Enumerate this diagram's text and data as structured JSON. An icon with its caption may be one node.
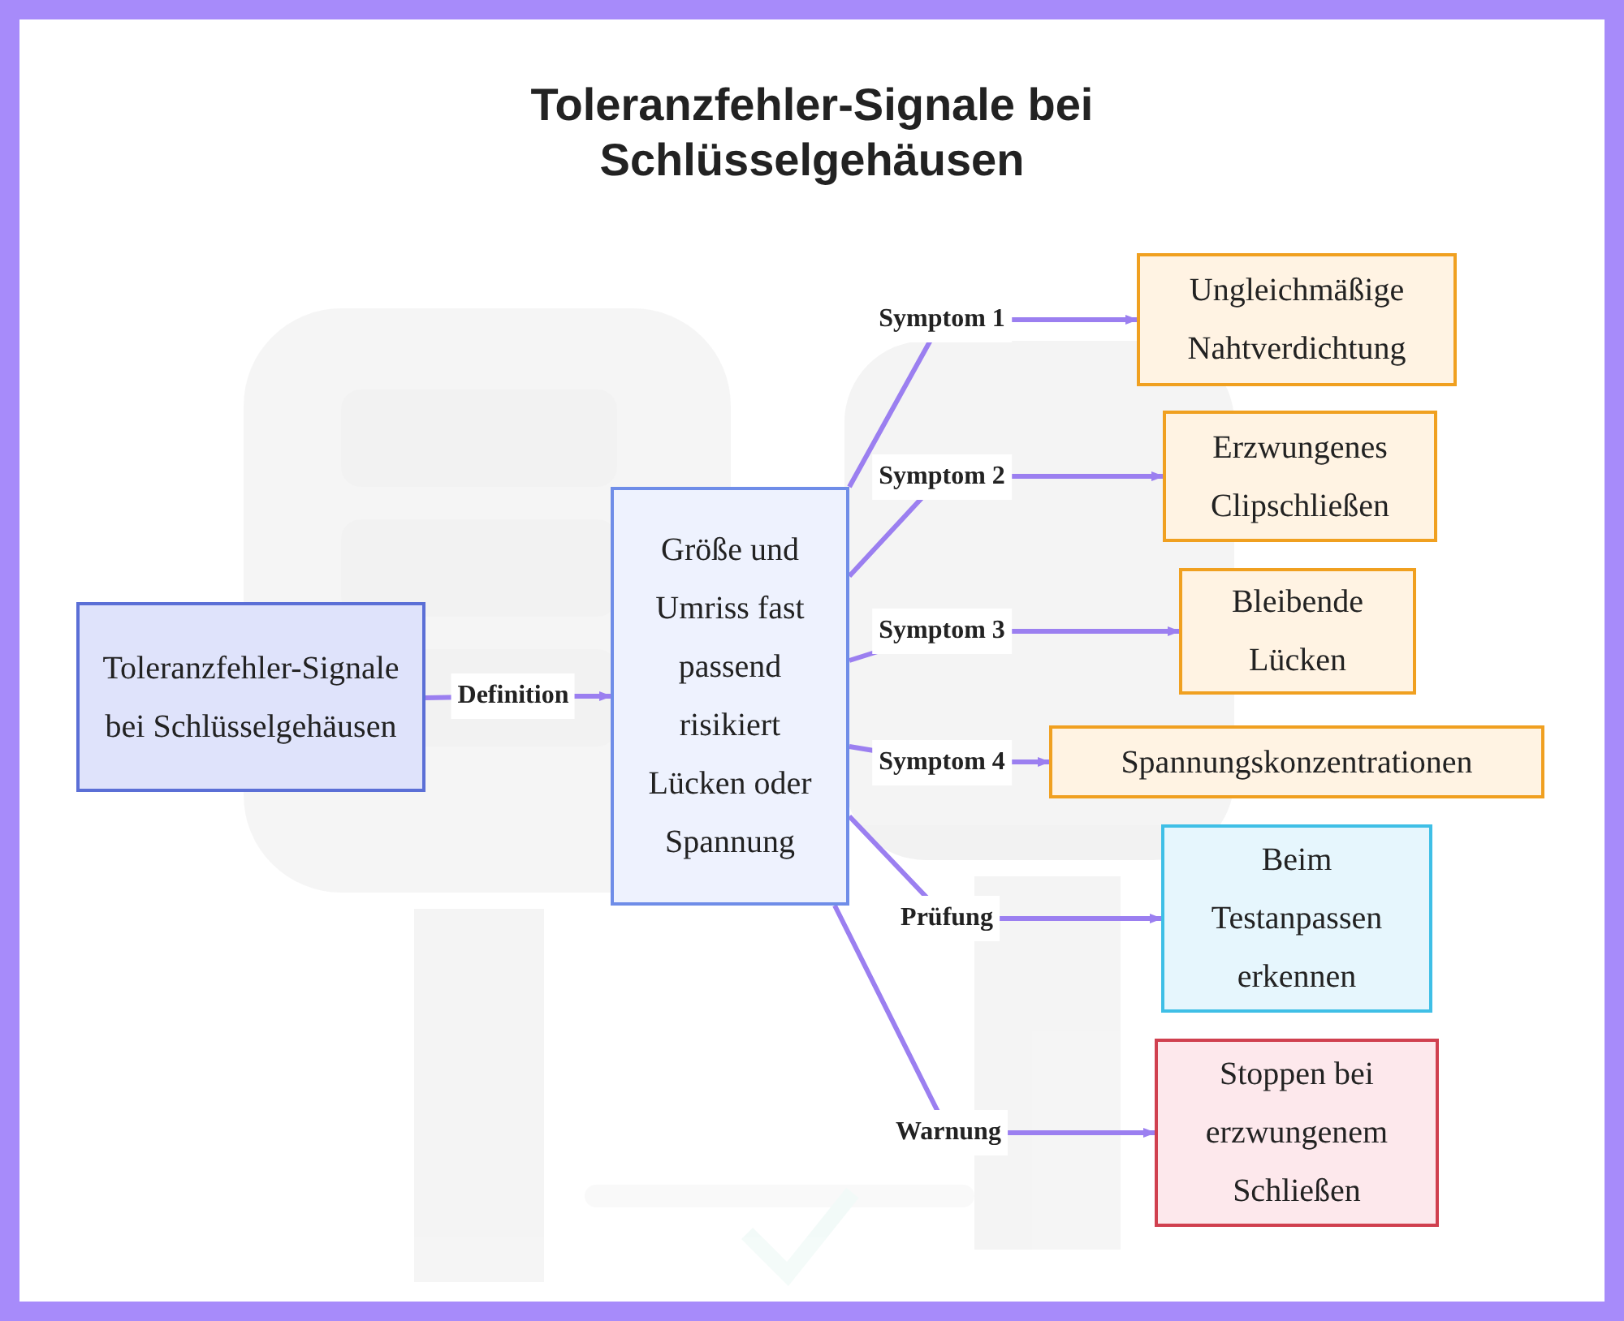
{
  "diagram": {
    "title": "Toleranzfehler-Signale bei Schlüsselgehäusen",
    "nodes": [
      {
        "text": [
          "Toleranzfehler-Signale bei Schlüsselgehäusen"
        ]
      },
      {
        "text": [
          "Größe und Umriss fast passend risikiert Lücken oder Spannung"
        ]
      },
      {
        "text": [
          "Ungleichmäßige Nahtverdichtung"
        ]
      },
      {
        "text": [
          "Erzwungenes Clipschließen"
        ]
      },
      {
        "text": [
          "Bleibende Lücken"
        ]
      },
      {
        "text": [
          "Spannungskonzentrationen"
        ]
      },
      {
        "text": [
          "Beim Testanpassen erkennen"
        ]
      },
      {
        "text": [
          "Stoppen bei erzwungenem Schließen"
        ]
      }
    ],
    "edges": [
      {
        "from": 0,
        "to": 1,
        "arrow": "to",
        "label": "Definition"
      },
      {
        "from": 1,
        "to": 2,
        "arrow": "to",
        "label": "Symptom 1"
      },
      {
        "from": 1,
        "to": 3,
        "arrow": "to",
        "label": "Symptom 2"
      },
      {
        "from": 1,
        "to": 4,
        "arrow": "to",
        "label": "Symptom 3"
      },
      {
        "from": 1,
        "to": 5,
        "arrow": "to",
        "label": "Symptom 4"
      },
      {
        "from": 1,
        "to": 6,
        "arrow": "to",
        "label": "Prüfung"
      },
      {
        "from": 1,
        "to": 7,
        "arrow": "to",
        "label": "Warnung"
      }
    ]
  }
}
